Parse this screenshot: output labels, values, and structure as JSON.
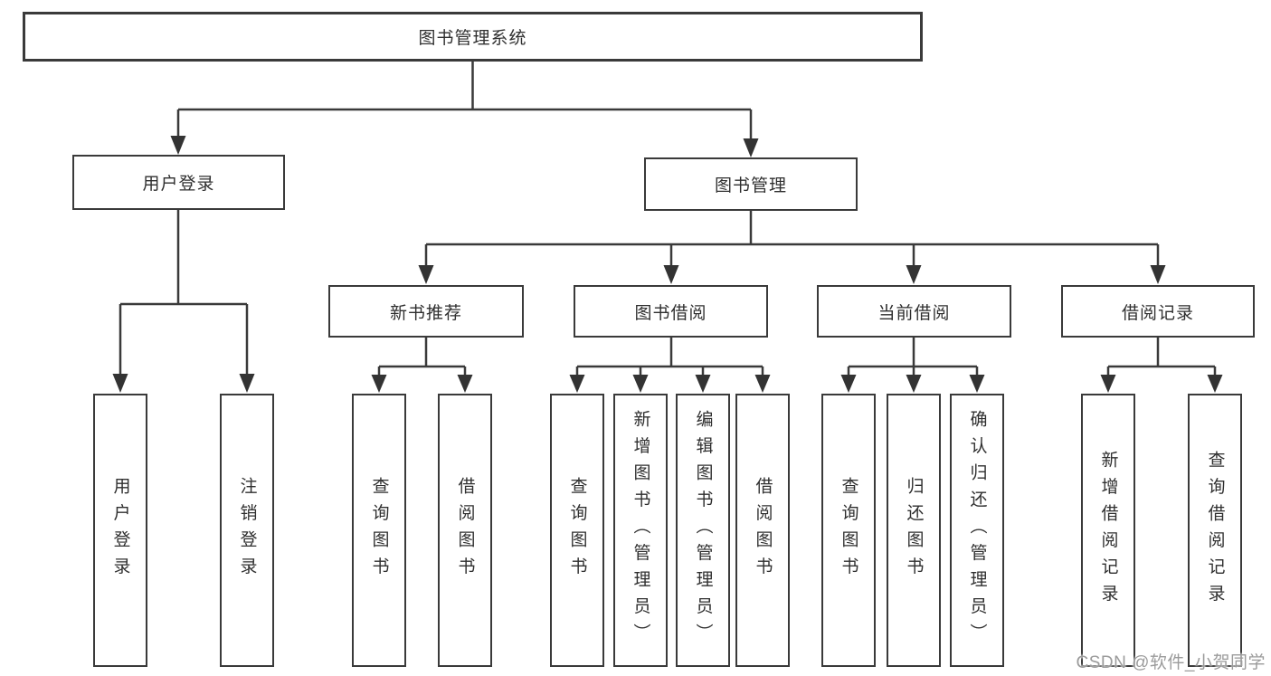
{
  "tree": {
    "label": "图书管理系统",
    "children": [
      {
        "label": "用户登录",
        "children": [
          {
            "label": "用户登录"
          },
          {
            "label": "注销登录"
          }
        ]
      },
      {
        "label": "图书管理",
        "children": [
          {
            "label": "新书推荐",
            "children": [
              {
                "label": "查询图书"
              },
              {
                "label": "借阅图书"
              }
            ]
          },
          {
            "label": "图书借阅",
            "children": [
              {
                "label": "查询图书"
              },
              {
                "label": "新增图书（管理员）"
              },
              {
                "label": "编辑图书（管理员）"
              },
              {
                "label": "借阅图书"
              }
            ]
          },
          {
            "label": "当前借阅",
            "children": [
              {
                "label": "查询图书"
              },
              {
                "label": "归还图书"
              },
              {
                "label": "确认归还（管理员）"
              }
            ]
          },
          {
            "label": "借阅记录",
            "children": [
              {
                "label": "新增借阅记录"
              },
              {
                "label": "查询借阅记录"
              }
            ]
          }
        ]
      }
    ]
  },
  "watermark": {
    "text": "CSDN @软件_小贺同学"
  },
  "colors": {
    "line": "#3a3a3a",
    "text": "#2f2f2f",
    "box_background": "#ffffff",
    "watermark": "#9b9b9b",
    "page_background": "#ffffff"
  }
}
